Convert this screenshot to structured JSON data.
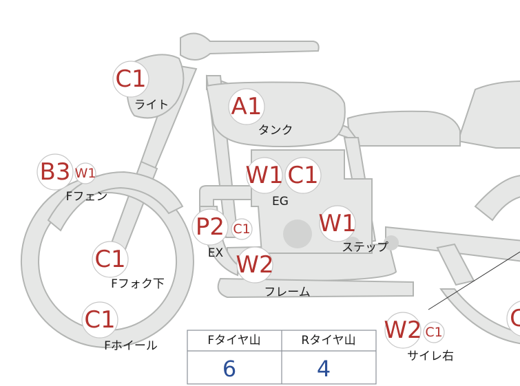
{
  "callouts": [
    {
      "id": "light",
      "code": "C1",
      "label": "ライト"
    },
    {
      "id": "tank",
      "code": "A1",
      "label": "タンク"
    },
    {
      "id": "fender-f",
      "code": "B3",
      "code2": "W1",
      "label": "Fフェン"
    },
    {
      "id": "engine",
      "code": "W1",
      "code2": "C1",
      "label": "EG"
    },
    {
      "id": "exhaust",
      "code": "P2",
      "code2": "C1",
      "label": "EX"
    },
    {
      "id": "step",
      "code": "W1",
      "label": "ステップ"
    },
    {
      "id": "fork-f",
      "code": "C1",
      "label": "Fフォク下"
    },
    {
      "id": "frame",
      "code": "W2",
      "label": "フレーム"
    },
    {
      "id": "wheel-f",
      "code": "C1",
      "label": "Fホイール"
    },
    {
      "id": "silencer-r",
      "code": "W2",
      "code2": "C1",
      "label": "サイレ右"
    },
    {
      "id": "rear-edge",
      "code": "C"
    }
  ],
  "tread_table": {
    "headers": [
      "Fタイヤ山",
      "Rタイヤ山"
    ],
    "values": [
      "6",
      "4"
    ]
  }
}
